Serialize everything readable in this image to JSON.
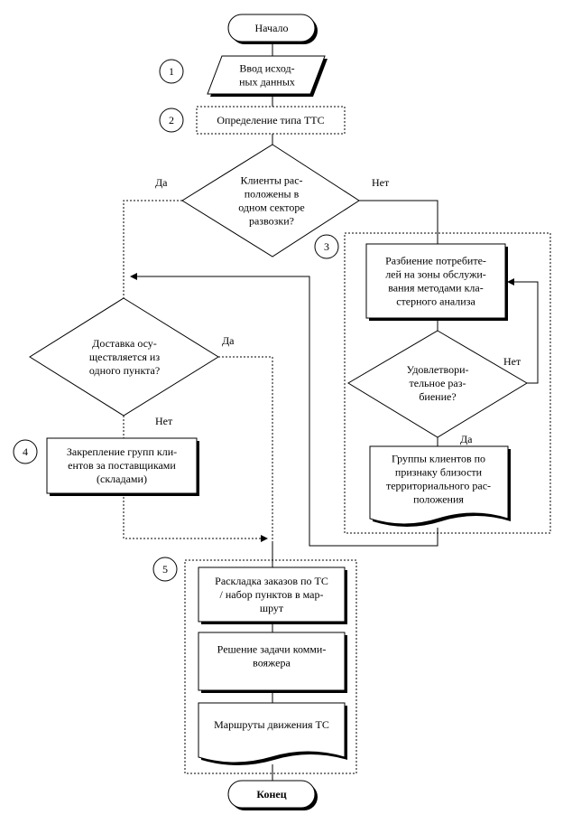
{
  "nodes": {
    "start": {
      "text": [
        "Начало"
      ]
    },
    "input": {
      "text": [
        "Ввод исход-",
        "ных данных"
      ]
    },
    "type": {
      "text": [
        "Определение типа ТТС"
      ]
    },
    "q_sector": {
      "text": [
        "Клиенты рас-",
        "положены в",
        "одном секторе",
        "развозки?"
      ]
    },
    "partition": {
      "text": [
        "Разбиение потребите-",
        "лей на зоны обслужи-",
        "вания методами кла-",
        "стерного анализа"
      ]
    },
    "q_satisfy": {
      "text": [
        "Удовлетвори-",
        "тельное раз-",
        "биение?"
      ]
    },
    "groups": {
      "text": [
        "Группы клиентов по",
        "признаку близости",
        "территориального рас-",
        "положения"
      ]
    },
    "q_one_point": {
      "text": [
        "Доставка осу-",
        "ществляется из",
        "одного пункта?"
      ]
    },
    "assign": {
      "text": [
        "Закрепление групп кли-",
        "ентов за поставщиками",
        "(складами)"
      ]
    },
    "layout": {
      "text": [
        "Раскладка заказов по ТС",
        "/ набор пунктов в мар-",
        "шрут"
      ]
    },
    "tsp": {
      "text": [
        "Решение задачи комми-",
        "вояжера"
      ]
    },
    "routes": {
      "text": [
        "Маршруты движения ТС"
      ]
    },
    "end": {
      "text": [
        "Конец"
      ]
    }
  },
  "edge_labels": {
    "sector_yes": "Да",
    "sector_no": "Нет",
    "satisfy_no": "Нет",
    "satisfy_yes": "Да",
    "one_point_yes": "Да",
    "one_point_no": "Нет"
  },
  "step_numbers": [
    "1",
    "2",
    "3",
    "4",
    "5"
  ]
}
